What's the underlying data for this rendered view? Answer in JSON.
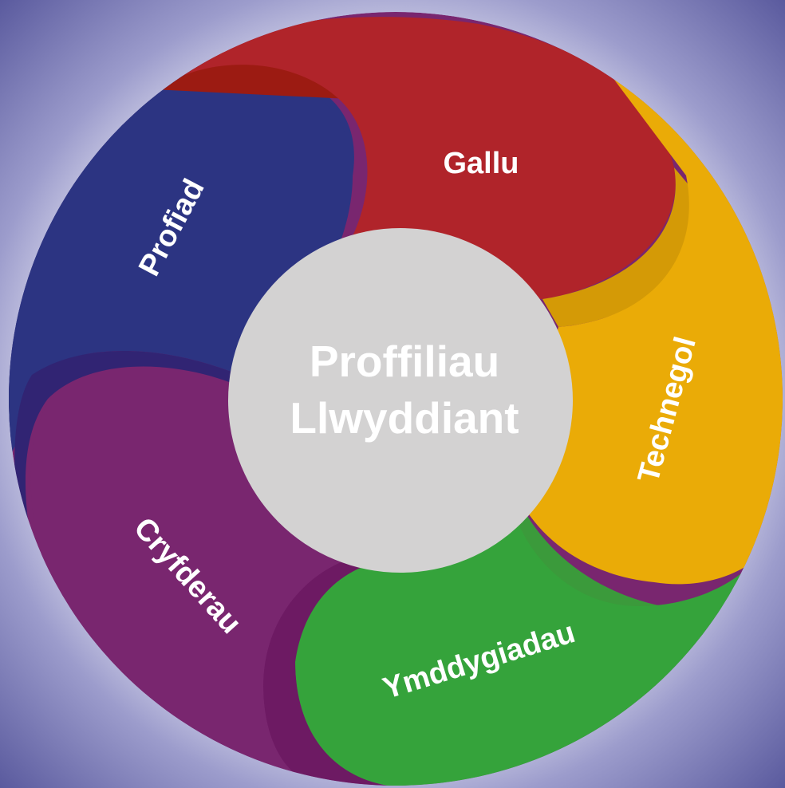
{
  "center": {
    "line1": "Proffiliau",
    "line2": "Llwyddiant",
    "color": "#d3d2d2"
  },
  "segments": [
    {
      "label": "Gallu",
      "color": "#b0242a"
    },
    {
      "label": "Technegol",
      "color": "#eaab07"
    },
    {
      "label": "Ymddygiadau",
      "color": "#35a33b"
    },
    {
      "label": "Cryfderau",
      "color": "#79266f"
    },
    {
      "label": "Profiad",
      "color": "#2c3482"
    }
  ]
}
